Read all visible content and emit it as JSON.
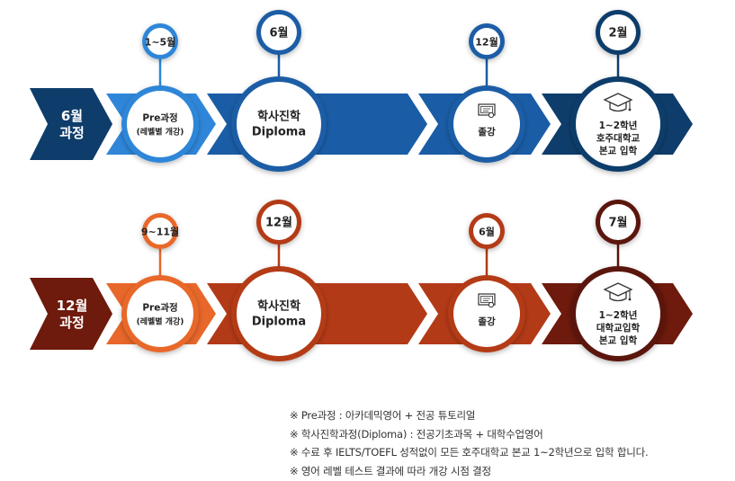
{
  "colors": {
    "blue_dark": "#0f3d6b",
    "blue_mid": "#1a5da6",
    "blue_light": "#2f86d8",
    "orange": "#e8672a",
    "rust": "#b33a17",
    "maroon": "#6e1a0c",
    "maroon_dark": "#5a1208"
  },
  "tracks": [
    {
      "start_label": [
        "6월",
        "과정"
      ],
      "stages": [
        {
          "bubble": "1~5월",
          "label": [
            "Pre과정",
            "(레벨별 개강)"
          ],
          "icon": "",
          "size": "small"
        },
        {
          "bubble": "6월",
          "label": [
            "학사진학",
            "Diploma"
          ],
          "icon": "",
          "size": "large"
        },
        {
          "bubble": "12월",
          "label": [
            "졸강"
          ],
          "icon": "diploma-certificate-icon",
          "size": "small"
        },
        {
          "bubble": "2월",
          "label": [
            "1~2학년",
            "호주대학교",
            "본교 입학"
          ],
          "icon": "graduation-cap-icon",
          "size": "large"
        }
      ]
    },
    {
      "start_label": [
        "12월",
        "과정"
      ],
      "stages": [
        {
          "bubble": "9~11월",
          "label": [
            "Pre과정",
            "(레벨별 개강)"
          ],
          "icon": "",
          "size": "small"
        },
        {
          "bubble": "12월",
          "label": [
            "학사진학",
            "Diploma"
          ],
          "icon": "",
          "size": "large"
        },
        {
          "bubble": "6월",
          "label": [
            "졸강"
          ],
          "icon": "diploma-certificate-icon",
          "size": "small"
        },
        {
          "bubble": "7월",
          "label": [
            "1~2학년",
            "대학교입학",
            "본교 입학"
          ],
          "icon": "graduation-cap-icon",
          "size": "large"
        }
      ]
    }
  ],
  "notes": [
    "※ Pre과정 : 아카데믹영어 + 전공 튜토리얼",
    "※ 학사진학과정(Diploma) : 전공기초과목 + 대학수업영어",
    "※ 수료 후 IELTS/TOEFL 성적없이 모든 호주대학교 본교 1~2학년으로 입학 합니다.",
    "※ 영어 레벨 테스트 결과에 따라 개강 시점 결정"
  ]
}
